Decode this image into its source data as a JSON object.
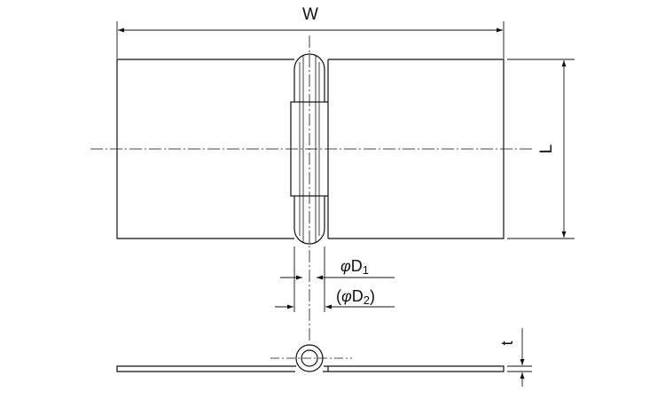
{
  "labels": {
    "width": "W",
    "length": "L",
    "thickness": "t",
    "pin_diameter": {
      "symbol": "φ",
      "name": "D",
      "index": "1"
    },
    "knuckle_diameter": {
      "open": "(",
      "symbol": "φ",
      "name": "D",
      "index": "2",
      "close": ")"
    }
  },
  "colors": {
    "line": "#111111",
    "background": "#ffffff"
  }
}
